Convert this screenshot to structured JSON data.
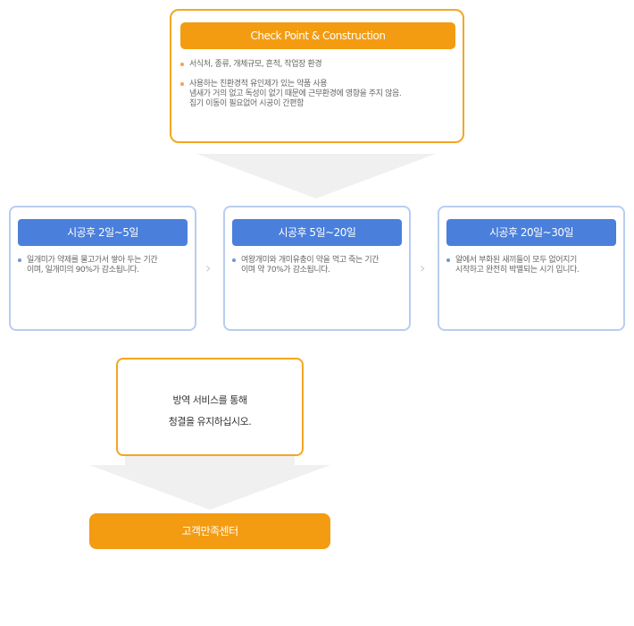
{
  "check": {
    "title": "Check Point & Construction",
    "items": [
      {
        "lines": [
          "서식처, 종류, 개체규모, 흔적, 작업장 환경"
        ]
      },
      {
        "lines": [
          "사용하는 친환경적 유인제가 있는 약품 사용",
          "냄새가 거의 없고 독성이 없기 때문에 근무환경에 영향을 주지 않음.",
          "집기 이동이 필요없어 시공이 간편함"
        ]
      }
    ]
  },
  "steps": [
    {
      "title": "시공후 2일~5일",
      "lines": [
        "일개미가 약제를 물고가서 쌓아 두는 기간",
        "이며, 일개미의 90%가 감소됩니다."
      ]
    },
    {
      "title": "시공후 5일~20일",
      "lines": [
        "여왕개미와 개미유충이 약을 먹고 죽는 기간",
        "이며 약 70%가 감소됩니다."
      ]
    },
    {
      "title": "시공후 20일~30일",
      "lines": [
        "알에서 부화된 새끼들이 모두 없어지기",
        "시작하고 완전히 박멸되는 시기 입니다."
      ]
    }
  ],
  "message": {
    "lines": [
      "방역 서비스를 통해",
      "청결을 유지하십시오."
    ]
  },
  "center": {
    "label": "고객만족센터"
  },
  "colors": {
    "orange": "#f39c12",
    "blue": "#4a7fdc",
    "blue_border": "#b9cdf0",
    "arrow": "#f0f0f0"
  },
  "icons": {
    "chevron": "chevron-right-icon"
  }
}
